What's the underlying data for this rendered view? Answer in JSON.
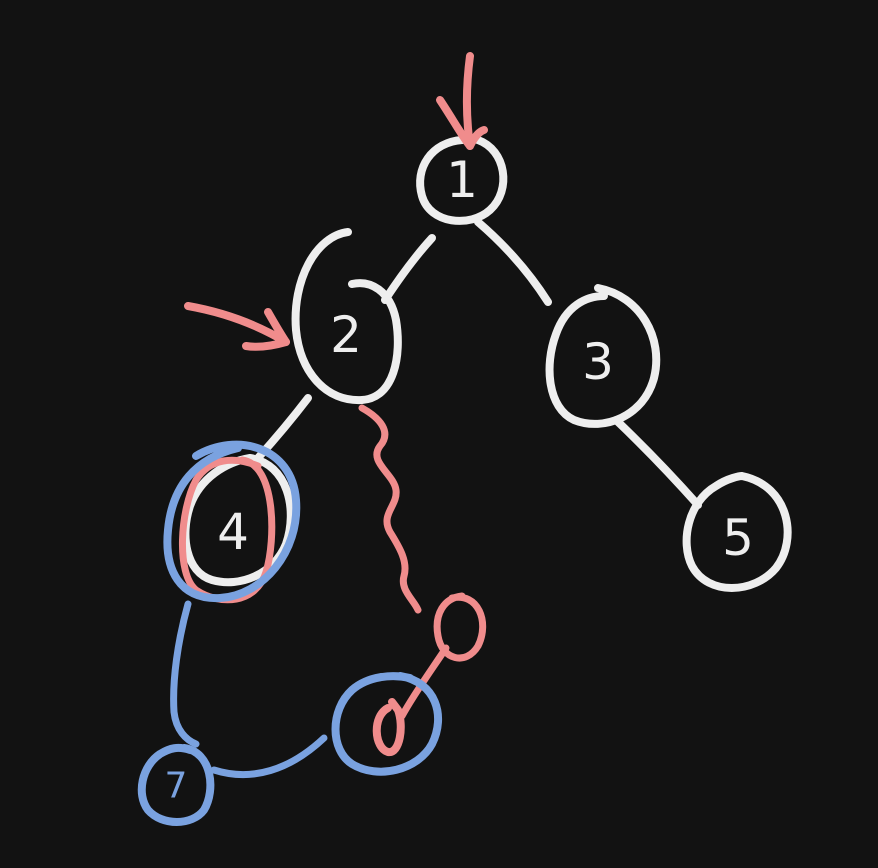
{
  "colors": {
    "background": "#121212",
    "tree": "#eeeeee",
    "highlight_red": "#f08c8c",
    "highlight_blue": "#7aa2e0"
  },
  "nodes": [
    {
      "id": "n1",
      "label": "1"
    },
    {
      "id": "n2",
      "label": "2"
    },
    {
      "id": "n3",
      "label": "3"
    },
    {
      "id": "n4",
      "label": "4"
    },
    {
      "id": "n5",
      "label": "5"
    },
    {
      "id": "n6",
      "label": "6"
    },
    {
      "id": "n7",
      "label": "7"
    }
  ],
  "edges": [
    {
      "from": "1",
      "to": "2",
      "color": "tree"
    },
    {
      "from": "1",
      "to": "3",
      "color": "tree"
    },
    {
      "from": "2",
      "to": "4",
      "color": "tree"
    },
    {
      "from": "3",
      "to": "5",
      "color": "tree"
    },
    {
      "from": "2",
      "to": "6",
      "color": "highlight_red",
      "style": "wavy"
    },
    {
      "from": "4",
      "to": "7",
      "color": "highlight_blue"
    },
    {
      "from": "7",
      "to": "6",
      "color": "highlight_blue"
    }
  ],
  "pointers": [
    {
      "target": "1",
      "color": "highlight_red"
    },
    {
      "target": "2",
      "color": "highlight_red"
    }
  ]
}
